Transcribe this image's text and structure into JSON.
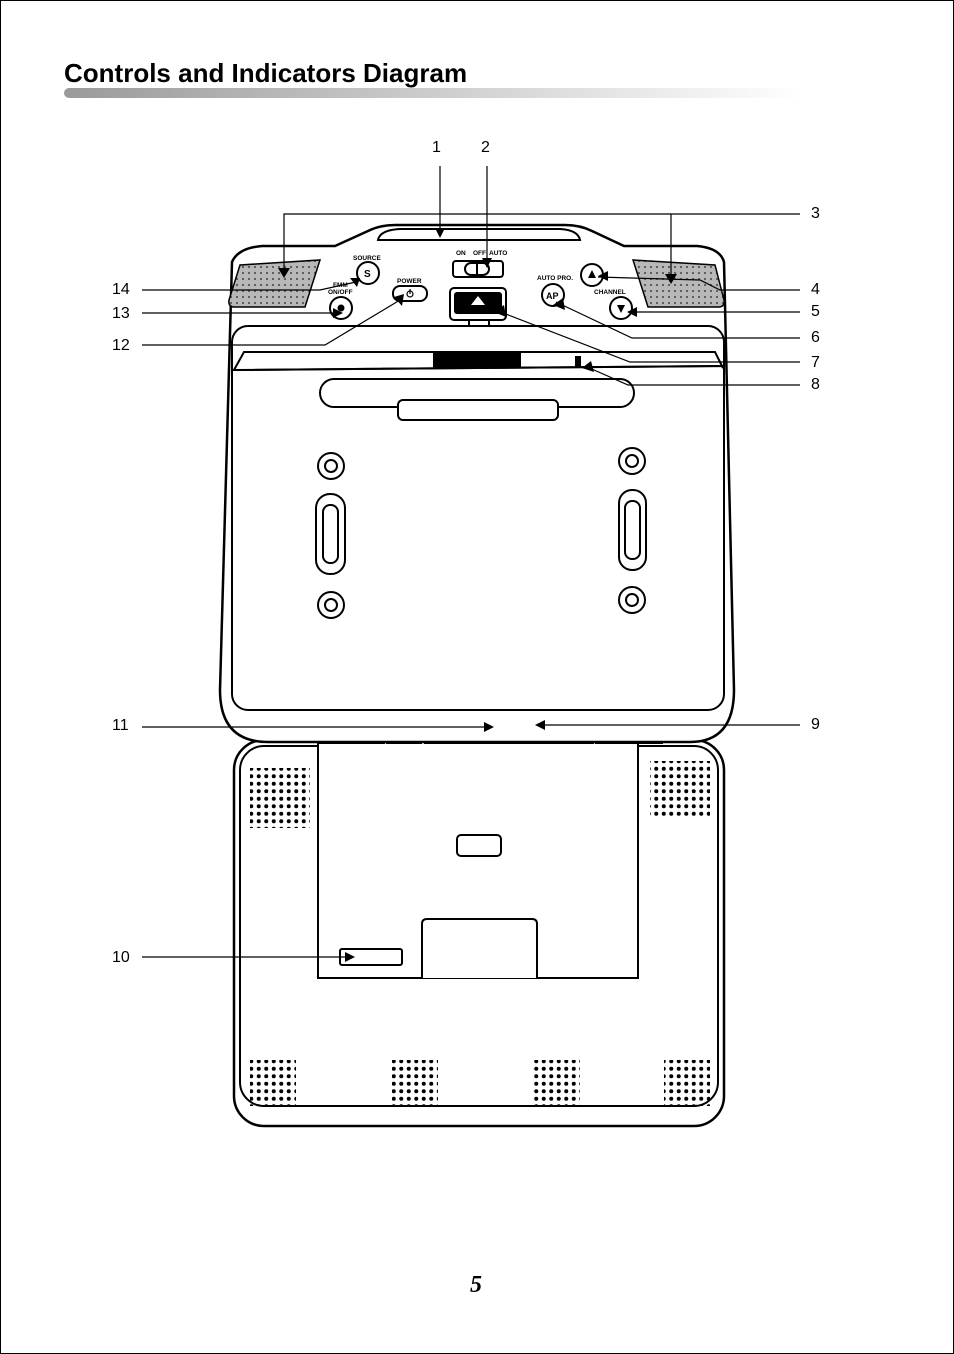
{
  "title": "Controls and Indicators Diagram",
  "page_number": "5",
  "callouts": [
    "1",
    "2",
    "3",
    "4",
    "5",
    "6",
    "7",
    "8",
    "9",
    "10",
    "11",
    "12",
    "13",
    "14"
  ],
  "panel_labels": {
    "source": "SOURCE",
    "source_btn": "S",
    "fmm": "FMM",
    "on_off": "ON/OFF",
    "power": "POWER",
    "on": "ON",
    "off": "OFF",
    "auto": "AUTO",
    "auto_pro": "AUTO PRO.",
    "ap_btn": "AP",
    "channel": "CHANNEL"
  }
}
